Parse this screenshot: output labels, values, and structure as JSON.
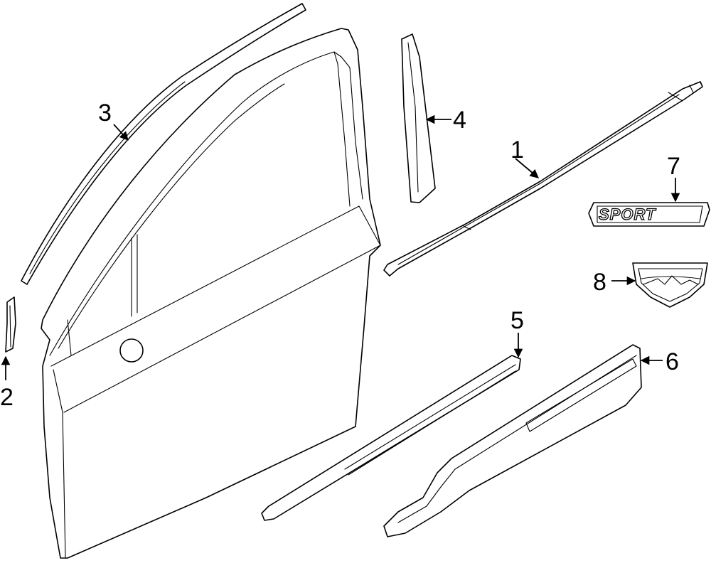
{
  "diagram": {
    "callouts": {
      "c1": "1",
      "c2": "2",
      "c3": "3",
      "c4": "4",
      "c5": "5",
      "c6": "6",
      "c7": "7",
      "c8": "8"
    },
    "badge_text": "SPORT"
  }
}
